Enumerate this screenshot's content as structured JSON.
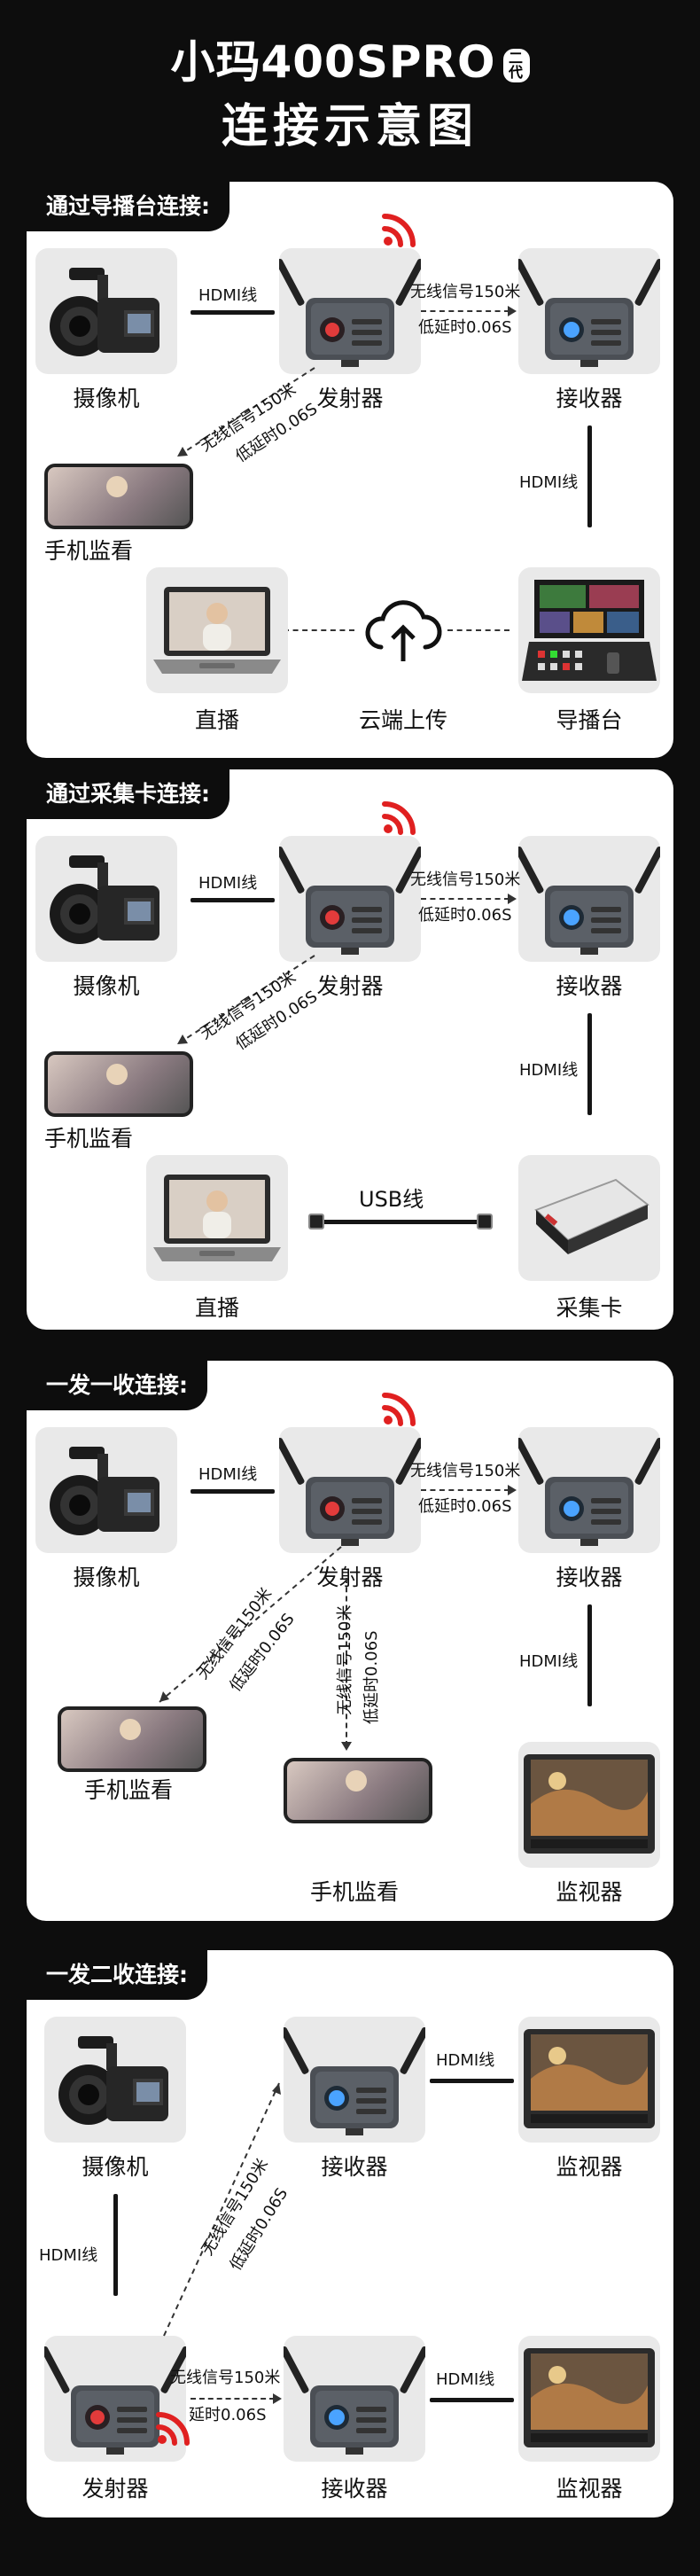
{
  "header": {
    "title": "小玛400SPRO",
    "badge": "二代",
    "subtitle": "连接示意图"
  },
  "common": {
    "hdmi": "HDMI线",
    "wireless": "无线信号150米",
    "latency": "低延时0.06S",
    "latency_short": "延时0.06S",
    "camera": "摄像机",
    "transmitter": "发射器",
    "receiver": "接收器",
    "phone": "手机监看",
    "live": "直播",
    "cloud": "云端上传",
    "switcher": "导播台",
    "capture": "采集卡",
    "usb": "USB线",
    "monitor": "监视器"
  },
  "sections": [
    {
      "tag": "通过导播台连接:"
    },
    {
      "tag": "通过采集卡连接:"
    },
    {
      "tag": "一发一收连接:"
    },
    {
      "tag": "一发二收连接:"
    }
  ],
  "colors": {
    "signal": "#e02020",
    "accent_blue": "#4aa3ff",
    "accent_red": "#e23b3b",
    "panel": "#ffffff",
    "background": "#0d0d0d"
  },
  "icons": [
    "wifi-signal-icon",
    "cloud-upload-icon",
    "video-camera-icon",
    "transmitter-device-icon",
    "receiver-device-icon",
    "phone-icon",
    "laptop-icon",
    "switcher-icon",
    "capture-card-icon",
    "monitor-icon"
  ]
}
